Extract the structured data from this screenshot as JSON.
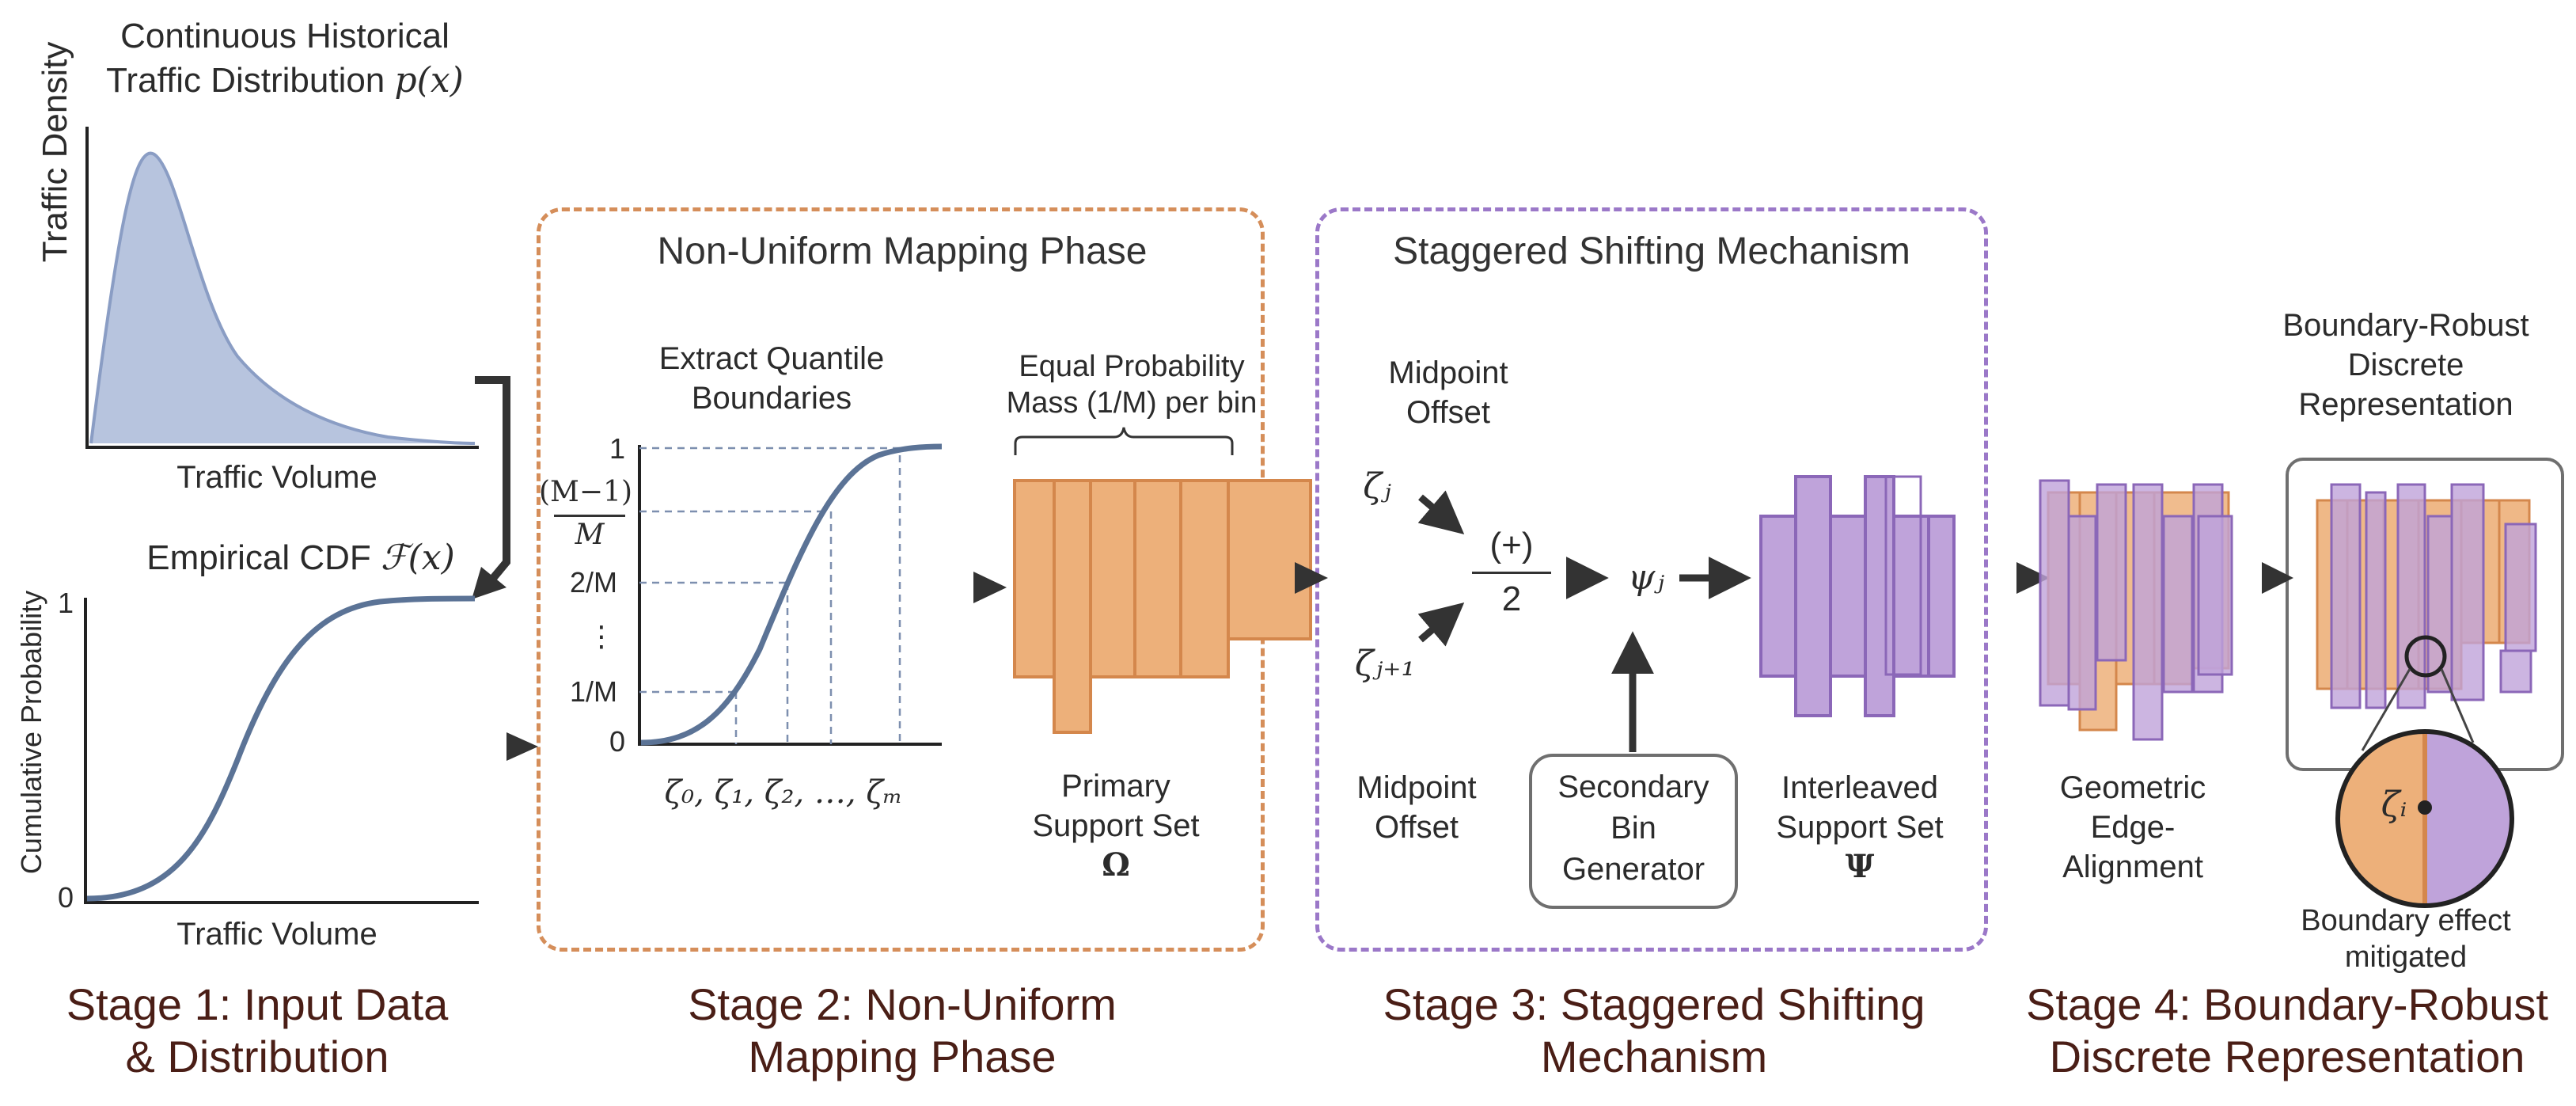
{
  "stage1": {
    "density_title_line1": "Continuous Historical",
    "density_title_line2": "Traffic Distribution",
    "density_math": "p(x)",
    "density_ylabel": "Traffic Density",
    "density_xlabel": "Traffic Volume",
    "cdf_title": "Empirical CDF",
    "cdf_math": "ℱ(x)",
    "cdf_ylabel": "Cumulative Probability",
    "cdf_xlabel": "Traffic Volume",
    "cdf_tick_top": "1",
    "cdf_tick_bottom": "0",
    "caption_line1": "Stage 1: Input Data",
    "caption_line2": "& Distribution"
  },
  "stage2": {
    "panel_title": "Non-Uniform Mapping Phase",
    "quantile_title_line1": "Extract Quantile",
    "quantile_title_line2": "Boundaries",
    "ytick_1": "1",
    "ytick_m1_num": "(M−1)",
    "ytick_m1_den": "M",
    "ytick_2m": "2/M",
    "ytick_dots": "⋮",
    "ytick_1m": "1/M",
    "ytick_0": "0",
    "xticks": "ζ₀, ζ₁, ζ₂, …, ζₘ",
    "equal_prob_line1": "Equal Probability",
    "equal_prob_line2": "Mass (1/M) per bin",
    "primary_line1": "Primary",
    "primary_line2": "Support Set",
    "primary_symbol": "Ω",
    "caption_line1": "Stage 2: Non-Uniform",
    "caption_line2": "Mapping Phase"
  },
  "stage3": {
    "panel_title": "Staggered Shifting Mechanism",
    "midpoint_top_line1": "Midpoint",
    "midpoint_top_line2": "Offset",
    "zeta_j": "ζⱼ",
    "zeta_j1": "ζⱼ₊₁",
    "plus_op": "(+)",
    "div_two": "2",
    "psi_j": "ψⱼ",
    "midpoint_bottom_line1": "Midpoint",
    "midpoint_bottom_line2": "Offset",
    "secondary_line1": "Secondary",
    "secondary_line2": "Bin",
    "secondary_line3": "Generator",
    "interleaved_line1": "Interleaved",
    "interleaved_line2": "Support Set",
    "interleaved_symbol": "Ψ",
    "caption_line1": "Stage 3: Staggered Shifting",
    "caption_line2": "Mechanism"
  },
  "stage4": {
    "geometric_line1": "Geometric",
    "geometric_line2": "Edge-",
    "geometric_line3": "Alignment",
    "robust_line1": "Boundary-Robust",
    "robust_line2": "Discrete",
    "robust_line3": "Representation",
    "zeta_i": "ζᵢ",
    "boundary_line1": "Boundary effect",
    "boundary_line2": "mitigated",
    "caption_line1": "Stage 4: Boundary-Robust",
    "caption_line2": "Discrete Representation"
  },
  "colors": {
    "orange_fill": "#EDB07A",
    "orange_stroke": "#D4874C",
    "purple_fill": "#BFA3DA",
    "purple_stroke": "#8B67B8",
    "curve": "#5B7396",
    "density_fill": "#B7C4DE",
    "arrow": "#333333",
    "stage2_border": "#D58E5A",
    "stage3_border": "#9B78C8",
    "caption": "#4A1E16"
  }
}
